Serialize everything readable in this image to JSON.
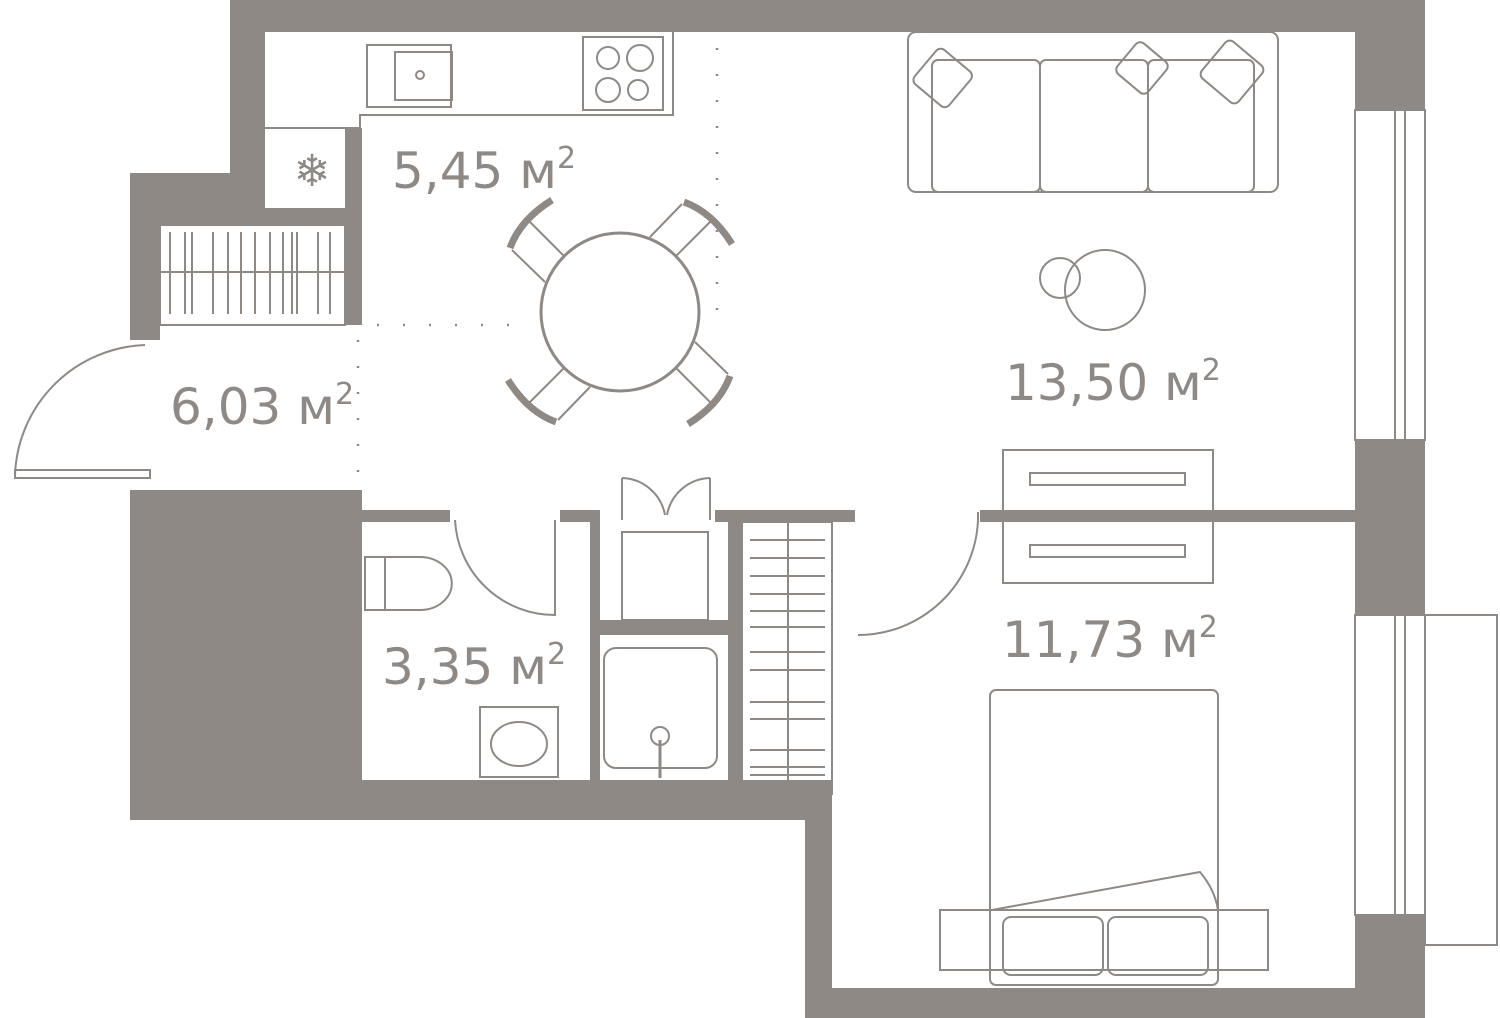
{
  "plan": {
    "wall_color": "#8e8985",
    "rooms": [
      {
        "name": "kitchen",
        "area": "5,45 м",
        "unit_power": "2"
      },
      {
        "name": "hall",
        "area": "6,03 м",
        "unit_power": "2"
      },
      {
        "name": "living",
        "area": "13,50 м",
        "unit_power": "2"
      },
      {
        "name": "bathroom",
        "area": "3,35 м",
        "unit_power": "2"
      },
      {
        "name": "bedroom",
        "area": "11,73 м",
        "unit_power": "2"
      }
    ]
  }
}
